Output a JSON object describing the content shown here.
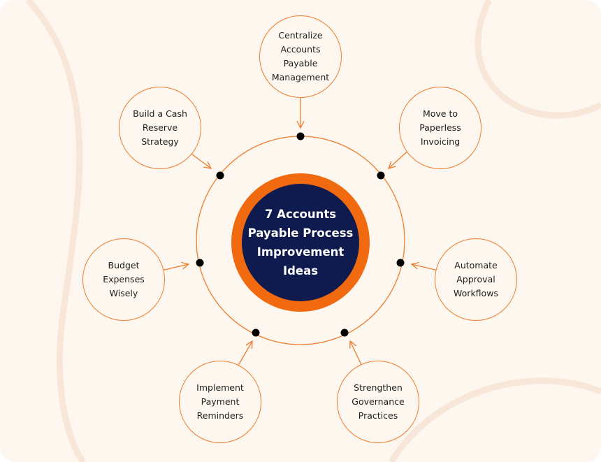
{
  "center": {
    "title": "7 Accounts\nPayable Process\nImprovement\nIdeas"
  },
  "ideas": [
    {
      "label": "Centralize\nAccounts Payable\nManagement"
    },
    {
      "label": "Move to\nPaperless\nInvoicing"
    },
    {
      "label": "Automate\nApproval\nWorkflows"
    },
    {
      "label": "Strengthen\nGovernance\nPractices"
    },
    {
      "label": "Implement\nPayment\nReminders"
    },
    {
      "label": "Budget\nExpenses\nWisely"
    },
    {
      "label": "Build a Cash\nReserve\nStrategy"
    }
  ],
  "colors": {
    "background": "#fdf7ef",
    "accent": "#ef7d2e",
    "hub_ring": "#f26a0f",
    "hub_fill": "#0f1a4f",
    "dot": "#000000"
  }
}
